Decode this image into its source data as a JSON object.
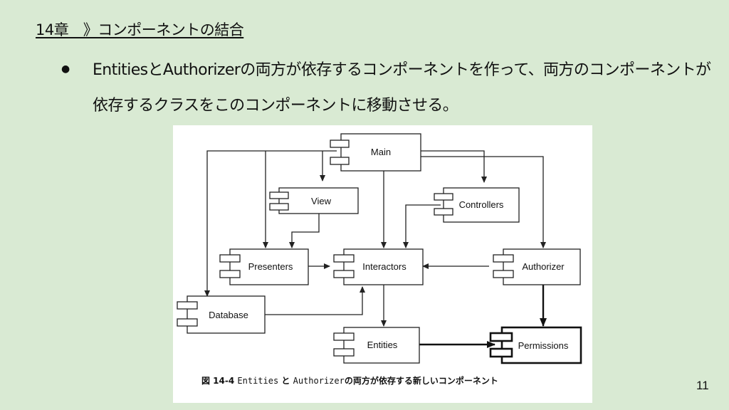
{
  "slide": {
    "title": "14章　》コンポーネントの結合",
    "bullet_marker": "●",
    "bullet_text": "EntitiesとAuthorizerの両方が依存するコンポーネントを作って、両方のコンポーネントが依存するクラスをこのコンポーネントに移動させる。",
    "page_number": "11"
  },
  "figure": {
    "caption_prefix": "図 14-4",
    "caption_word1": "Entities",
    "caption_and": "と",
    "caption_word2": "Authorizer",
    "caption_suffix": "の両方が依存する新しいコンポーネント",
    "components": {
      "main": "Main",
      "view": "View",
      "controllers": "Controllers",
      "presenters": "Presenters",
      "interactors": "Interactors",
      "authorizer": "Authorizer",
      "database": "Database",
      "entities": "Entities",
      "permissions": "Permissions"
    }
  }
}
